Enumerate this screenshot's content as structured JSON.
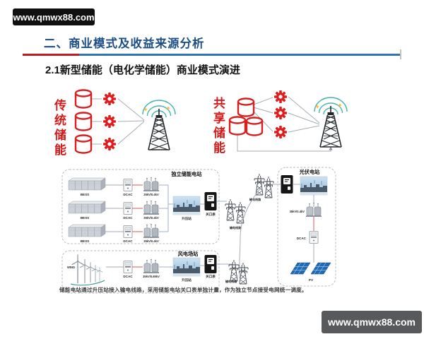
{
  "watermark": {
    "top": "www.qmwx88.com",
    "bottom": "www.qmwx88.com"
  },
  "header": {
    "title": "二、商业模式及收益来源分析",
    "subtitle": "2.1新型储能（电化学储能）商业模式演进"
  },
  "concepts": {
    "traditional": {
      "label": "传统储能"
    },
    "shared": {
      "label": "共享储能"
    }
  },
  "diagram": {
    "storage": {
      "title": "独立储能电站",
      "rows": [
        {
          "device": "BESS",
          "inverter": "DCAC",
          "transformer": "35kV/0.4kV"
        },
        {
          "device": "BESS",
          "inverter": "DCAC",
          "transformer": "35kV/0.4kV"
        },
        {
          "device": "BESS",
          "inverter": "DCAC",
          "transformer": "35kV/0.4kV"
        }
      ],
      "substation": "升压站",
      "meter": "关口表",
      "grid": "输电线路"
    },
    "wind": {
      "title": "风电场站",
      "device": "WIND",
      "inverter": "DCAC",
      "transformer": "35kV/0.69kV",
      "substation": "升压站",
      "meter": "关口表",
      "grid": "输电线路"
    },
    "pv": {
      "title": "光伏电站",
      "transformer": "35kV/0.4kV",
      "inverter": "DCAC",
      "device": "PV",
      "grid": "输电线路"
    },
    "caption": "储能电站通过升压站接入输电线路，采用储能电站关口表单独计量，作为独立节点接受电网统一调度。"
  },
  "colors": {
    "accent_red": "#c11a22",
    "accent_blue": "#2f74b5",
    "title_blue": "#1d4e85",
    "icon_red": "#e01d1d",
    "halo_teal": "#46b4ae"
  }
}
